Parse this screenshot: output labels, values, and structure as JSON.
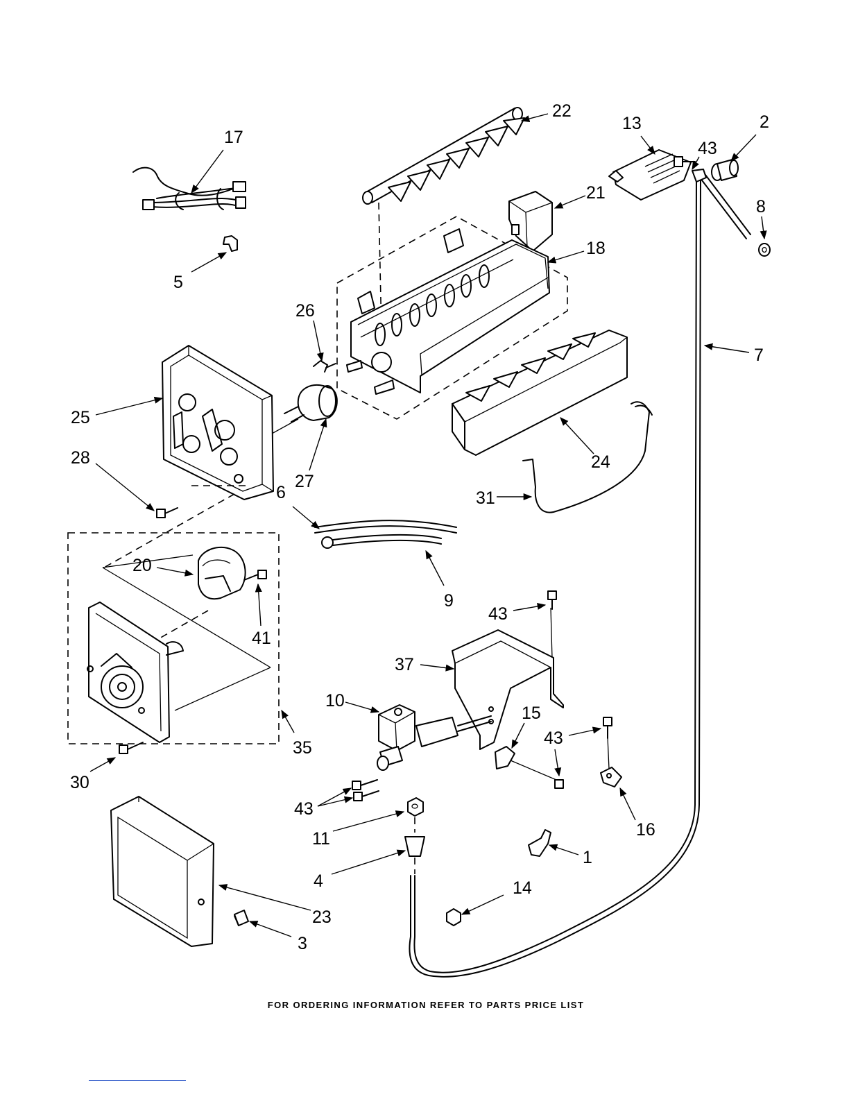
{
  "callouts": [
    {
      "id": "c1",
      "label": "1"
    },
    {
      "id": "c2",
      "label": "2"
    },
    {
      "id": "c3",
      "label": "3"
    },
    {
      "id": "c4",
      "label": "4"
    },
    {
      "id": "c5",
      "label": "5"
    },
    {
      "id": "c6",
      "label": "6"
    },
    {
      "id": "c7",
      "label": "7"
    },
    {
      "id": "c8",
      "label": "8"
    },
    {
      "id": "c9",
      "label": "9"
    },
    {
      "id": "c10",
      "label": "10"
    },
    {
      "id": "c11",
      "label": "11"
    },
    {
      "id": "c13",
      "label": "13"
    },
    {
      "id": "c14",
      "label": "14"
    },
    {
      "id": "c15",
      "label": "15"
    },
    {
      "id": "c16",
      "label": "16"
    },
    {
      "id": "c17",
      "label": "17"
    },
    {
      "id": "c18",
      "label": "18"
    },
    {
      "id": "c20",
      "label": "20"
    },
    {
      "id": "c21",
      "label": "21"
    },
    {
      "id": "c22",
      "label": "22"
    },
    {
      "id": "c23",
      "label": "23"
    },
    {
      "id": "c24",
      "label": "24"
    },
    {
      "id": "c25",
      "label": "25"
    },
    {
      "id": "c26",
      "label": "26"
    },
    {
      "id": "c27",
      "label": "27"
    },
    {
      "id": "c28",
      "label": "28"
    },
    {
      "id": "c30",
      "label": "30"
    },
    {
      "id": "c31",
      "label": "31"
    },
    {
      "id": "c35",
      "label": "35"
    },
    {
      "id": "c37",
      "label": "37"
    },
    {
      "id": "c41",
      "label": "41"
    },
    {
      "id": "c43a",
      "label": "43"
    },
    {
      "id": "c43b",
      "label": "43"
    },
    {
      "id": "c43c",
      "label": "43"
    },
    {
      "id": "c43d",
      "label": "43"
    }
  ],
  "footer": {
    "text": "FOR ORDERING INFORMATION REFER TO PARTS PRICE LIST"
  }
}
